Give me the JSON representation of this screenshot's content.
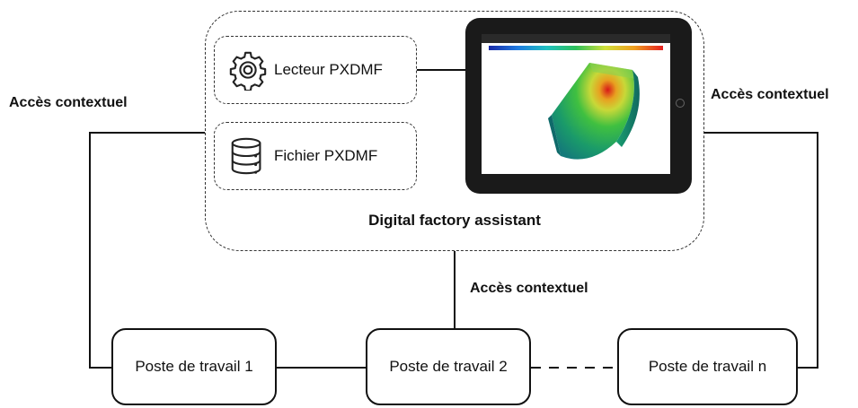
{
  "assistant": {
    "title": "Digital factory assistant",
    "lecteur_label": "Lecteur PXDMF",
    "fichier_label": "Fichier PXDMF"
  },
  "context_labels": {
    "left": "Accès contextuel",
    "right": "Accès contextuel",
    "center": "Accès contextuel"
  },
  "stations": [
    "Poste de travail 1",
    "Poste de travail 2",
    "Poste de travail n"
  ],
  "icons": {
    "lecteur": "gear-icon",
    "fichier": "database-icon",
    "device": "tablet-icon"
  },
  "colors": {
    "line": "#111111",
    "dashed_border": "#333333"
  }
}
